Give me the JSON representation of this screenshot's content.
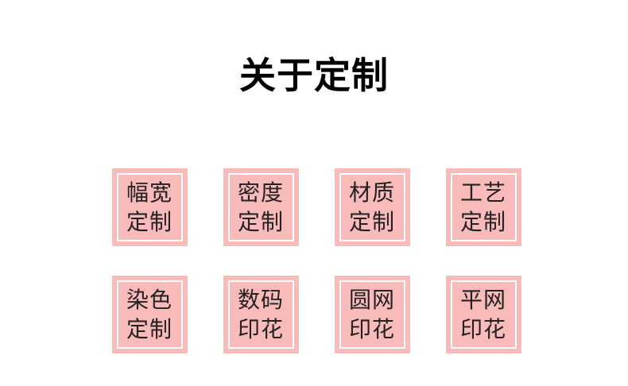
{
  "header": {
    "title": "关于定制"
  },
  "colors": {
    "page_background": "#ffffff",
    "tile_background": "#f9baba",
    "tile_inner_border": "#ffffff",
    "tile_text": "#222222",
    "title_text": "#000000"
  },
  "tiles": [
    {
      "label": "幅宽定制",
      "line1": "幅宽",
      "line2": "定制"
    },
    {
      "label": "密度定制",
      "line1": "密度",
      "line2": "定制"
    },
    {
      "label": "材质定制",
      "line1": "材质",
      "line2": "定制"
    },
    {
      "label": "工艺定制",
      "line1": "工艺",
      "line2": "定制"
    },
    {
      "label": "染色定制",
      "line1": "染色",
      "line2": "定制"
    },
    {
      "label": "数码印花",
      "line1": "数码",
      "line2": "印花"
    },
    {
      "label": "圆网印花",
      "line1": "圆网",
      "line2": "印花"
    },
    {
      "label": "平网印花",
      "line1": "平网",
      "line2": "印花"
    }
  ]
}
